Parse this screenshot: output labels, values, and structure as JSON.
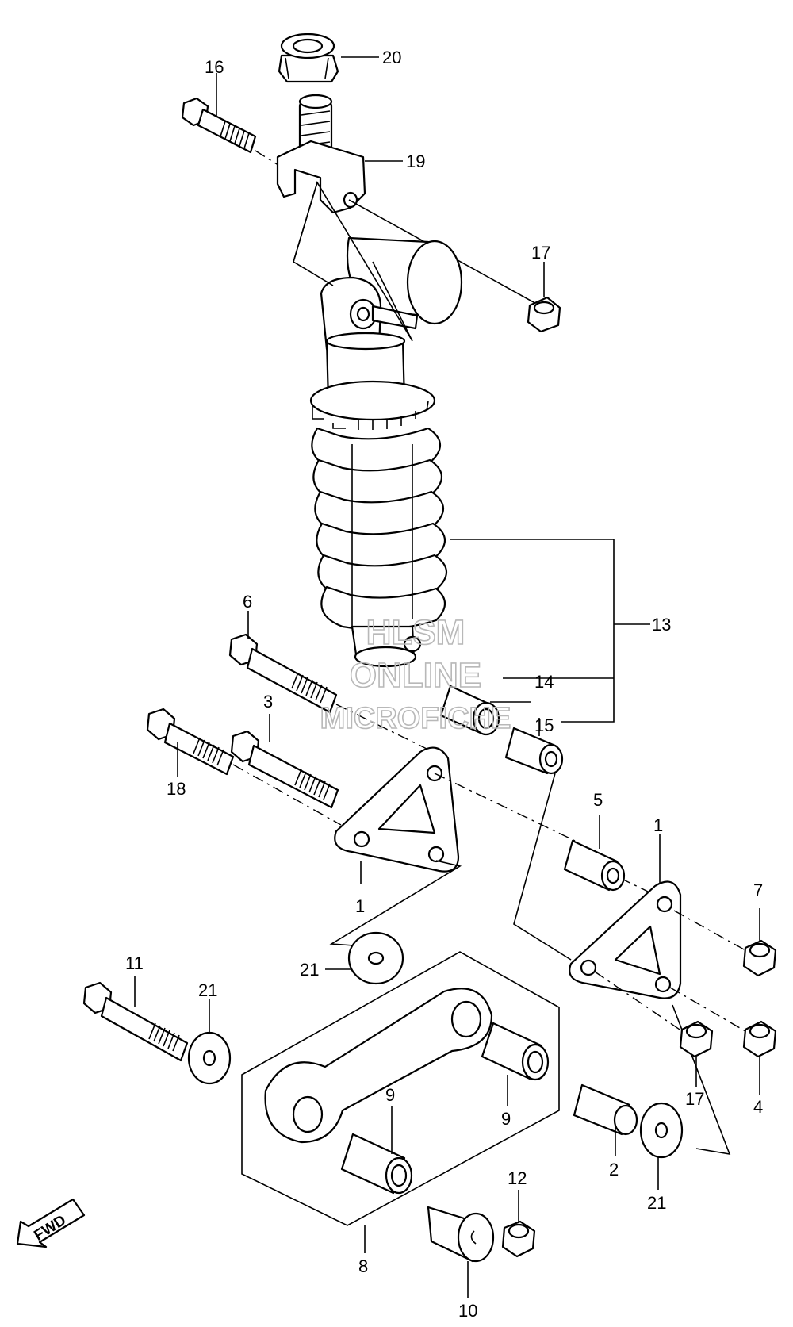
{
  "labels": {
    "p1a": "1",
    "p1b": "1",
    "p2": "2",
    "p3": "3",
    "p4": "4",
    "p5": "5",
    "p6": "6",
    "p7": "7",
    "p8": "8",
    "p9a": "9",
    "p9b": "9",
    "p10": "10",
    "p11": "11",
    "p12": "12",
    "p13": "13",
    "p14": "14",
    "p15": "15",
    "p16": "16",
    "p17a": "17",
    "p17b": "17",
    "p18": "18",
    "p19": "19",
    "p20": "20",
    "p21a": "21",
    "p21b": "21",
    "p21c": "21"
  },
  "watermark": {
    "line1": "HLSM",
    "line2": "ONLINE",
    "line3": "MICROFICHE"
  },
  "direction_arrow": {
    "text": "FWD",
    "icon": "fwd-arrow-icon"
  }
}
